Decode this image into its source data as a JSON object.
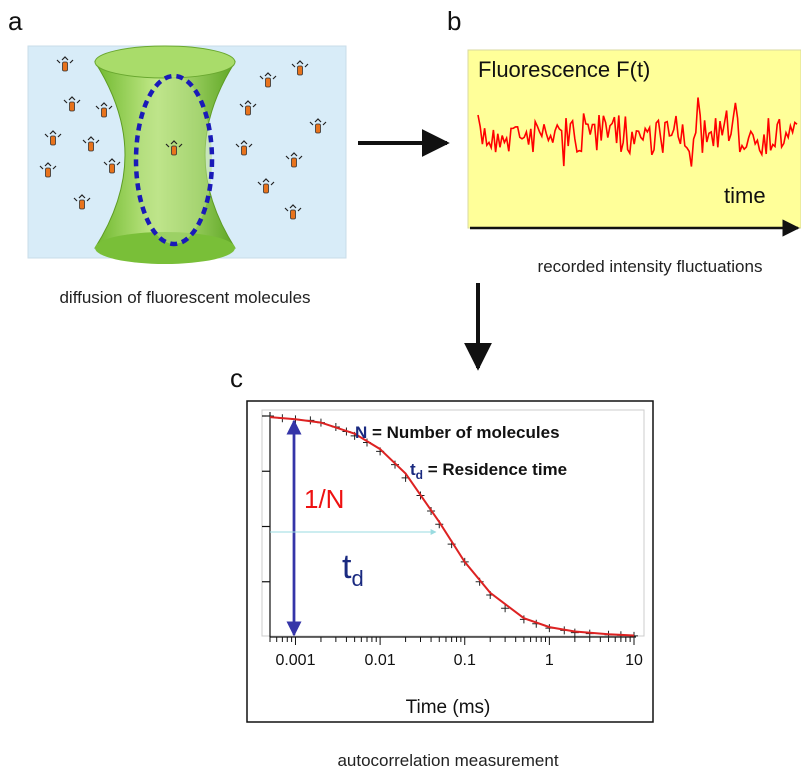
{
  "panels": {
    "a": {
      "letter": "a",
      "caption": "diffusion of fluorescent molecules"
    },
    "b": {
      "letter": "b",
      "title": "Fluorescence F(t)",
      "axis_label": "time",
      "caption": "recorded intensity fluctuations"
    },
    "c": {
      "letter": "c",
      "caption": "autocorrelation measurement",
      "legend": {
        "n_symbol": "N",
        "n_text": " = Number of molecules",
        "td_symbol": "t",
        "td_sub": "d",
        "td_text": " = Residence time"
      },
      "annotations": {
        "one_over_n": "1/N",
        "td_main": "t",
        "td_sub": "d"
      }
    }
  },
  "colors": {
    "molecule_body": "#e8731c",
    "cone": "#8ccf45",
    "ellipse_dash": "#1a1ab8",
    "panel_a_bg": "#d8ecf8",
    "panel_b_bg": "#ffff99",
    "trace": "#ff0000",
    "fit_line": "#dd2222",
    "arrow_blue": "#3535a8",
    "legend_blue": "#1a2a80"
  },
  "chart_data": {
    "type": "scatter",
    "xlabel": "Time (ms)",
    "ylabel": "",
    "xscale": "log",
    "xlim": [
      0.0005,
      10
    ],
    "xticks": [
      0.001,
      0.01,
      0.1,
      1,
      10
    ],
    "xtick_labels": [
      "0.001",
      "0.01",
      "0.1",
      "1",
      "10"
    ],
    "ylim": [
      0,
      1
    ],
    "grid": false,
    "series": [
      {
        "name": "",
        "kind": "markers",
        "marker": "+",
        "x": [
          0.0005,
          0.0007,
          0.001,
          0.0015,
          0.002,
          0.003,
          0.004,
          0.005,
          0.007,
          0.01,
          0.015,
          0.02,
          0.03,
          0.04,
          0.05,
          0.07,
          0.1,
          0.15,
          0.2,
          0.3,
          0.5,
          0.7,
          1,
          1.5,
          2,
          3,
          5,
          7,
          10
        ],
        "y": [
          1.0,
          0.99,
          0.985,
          0.98,
          0.97,
          0.95,
          0.93,
          0.91,
          0.88,
          0.84,
          0.78,
          0.72,
          0.64,
          0.57,
          0.51,
          0.42,
          0.34,
          0.25,
          0.19,
          0.13,
          0.08,
          0.06,
          0.04,
          0.03,
          0.02,
          0.015,
          0.01,
          0.008,
          0.005
        ]
      },
      {
        "name": "",
        "kind": "line",
        "x": [
          0.0005,
          0.001,
          0.002,
          0.005,
          0.01,
          0.02,
          0.05,
          0.1,
          0.2,
          0.5,
          1,
          2,
          5,
          10
        ],
        "y": [
          0.995,
          0.985,
          0.97,
          0.92,
          0.85,
          0.74,
          0.52,
          0.34,
          0.2,
          0.085,
          0.045,
          0.025,
          0.012,
          0.007
        ]
      }
    ]
  }
}
